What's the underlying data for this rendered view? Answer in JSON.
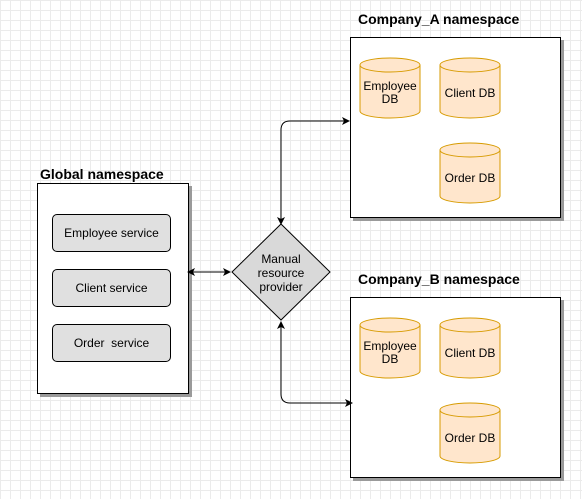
{
  "global": {
    "title": "Global namespace",
    "services": [
      "Employee service",
      "Client service",
      "Order  service"
    ]
  },
  "company_a": {
    "title": "Company_A namespace",
    "dbs": [
      "Employee\nDB",
      "Client DB",
      "Order DB"
    ]
  },
  "company_b": {
    "title": "Company_B namespace",
    "dbs": [
      "Employee\nDB",
      "Client DB",
      "Order DB"
    ]
  },
  "provider": {
    "label": "Manual\nresource\nprovider"
  },
  "colors": {
    "db_fill": "#ffe6cc",
    "db_stroke": "#d79b00",
    "service_fill": "#e0e0e0",
    "diamond_fill": "#d9d9d9"
  }
}
